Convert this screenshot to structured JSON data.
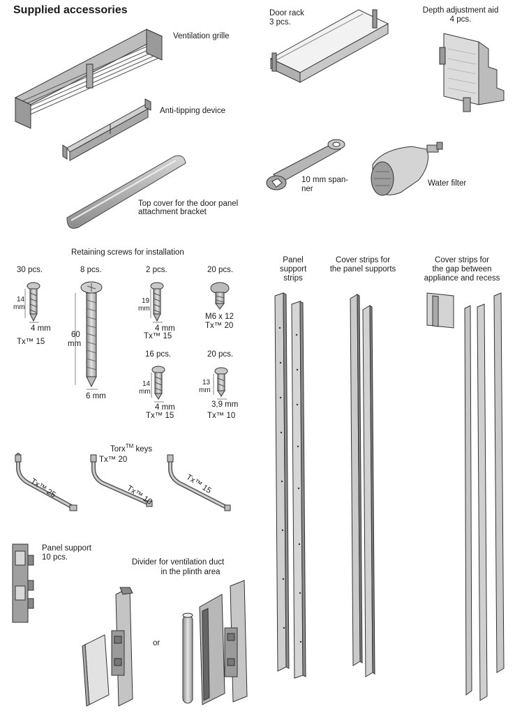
{
  "title": "Supplied accessories",
  "items": {
    "ventilation_grille": "Ventilation grille",
    "anti_tipping": "Anti-tipping device",
    "top_cover_1": "Top cover for the door panel",
    "top_cover_2": "attachment bracket",
    "door_rack_1": "Door rack",
    "door_rack_2": "3 pcs.",
    "depth_aid_1": "Depth adjustment aid",
    "depth_aid_2": "4 pcs.",
    "spanner_1": "10 mm span-",
    "spanner_2": "ner",
    "water_filter": "Water filter",
    "panel_support_1": "Panel support",
    "panel_support_2": "10 pcs.",
    "divider_1": "Divider for ventilation duct",
    "divider_2": "in the plinth area",
    "or": "or"
  },
  "screws": {
    "heading": "Retaining screws for installation",
    "s1_count": "30 pcs.",
    "s1_len": "14",
    "s1_len_unit": "mm",
    "s1_dia": "4 mm",
    "s1_tx": "Tx™ 15",
    "s2_count": "8 pcs.",
    "s2_len": "60",
    "s2_len_unit": "mm",
    "s2_dia": "6 mm",
    "s3_count": "2 pcs.",
    "s3_len": "19",
    "s3_len_unit": "mm",
    "s3_dia": "4 mm",
    "s3_tx": "Tx™ 15",
    "s4_count": "20 pcs.",
    "s4_size": "M6 x 12",
    "s4_tx": "Tx™ 20",
    "s5_count": "16 pcs.",
    "s5_len": "14",
    "s5_len_unit": "mm",
    "s5_dia": "4 mm",
    "s5_tx": "Tx™ 15",
    "s6_count": "20 pcs.",
    "s6_len": "13",
    "s6_len_unit": "mm",
    "s6_dia": "3,9 mm",
    "s6_tx": "Tx™ 10"
  },
  "keys": {
    "heading_pre": "Torx",
    "heading_tm": "TM",
    "heading_post": " keys",
    "k1": "Tx™ 25",
    "k2": "Tx™ 20",
    "k3": "Tx™ 10",
    "k4": "Tx™ 15"
  },
  "strips": {
    "panel_1": "Panel",
    "panel_2": "support",
    "panel_3": "strips",
    "cover_1": "Cover strips for",
    "cover_2": "the panel supports",
    "gap_1": "Cover strips for",
    "gap_2": "the gap between",
    "gap_3": "appliance and recess"
  }
}
